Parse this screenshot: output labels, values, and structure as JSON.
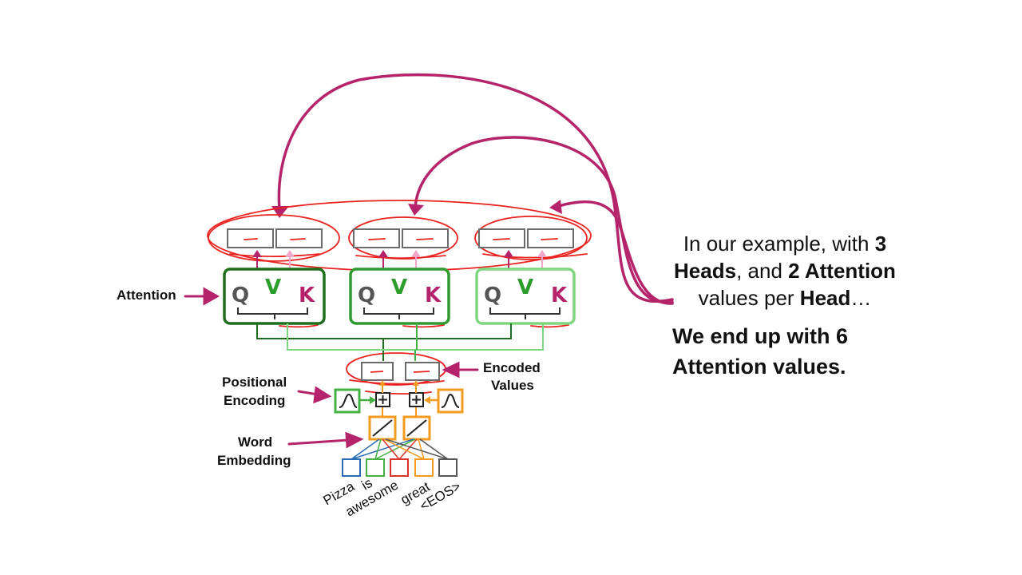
{
  "labels": {
    "attention": "Attention",
    "positional_1": "Positional",
    "positional_2": "Encoding",
    "word_1": "Word",
    "word_2": "Embedding",
    "encoded_1": "Encoded",
    "encoded_2": "Values",
    "q": "Q",
    "v": "V",
    "k": "K"
  },
  "tokens": [
    "Pizza",
    "is",
    "awesome",
    "great",
    "<EOS>"
  ],
  "caption": {
    "p1": "In our example, with ",
    "b1": "3",
    "p2": "Heads",
    "p3": ", and ",
    "b2": "2 Attention",
    "p4": "values per ",
    "b3": "Head",
    "p5": "…"
  },
  "conclusion": {
    "line1": "We end up with 6",
    "line2": "Attention values."
  },
  "colors": {
    "magenta": "#b5246b",
    "red": "#e8231f",
    "pink": "#f2a6c8",
    "green_dark": "#1e6e1e",
    "green_mid": "#44b044",
    "green_light": "#7fd67f",
    "orange": "#f39b1f",
    "gray": "#6b6b6b"
  }
}
